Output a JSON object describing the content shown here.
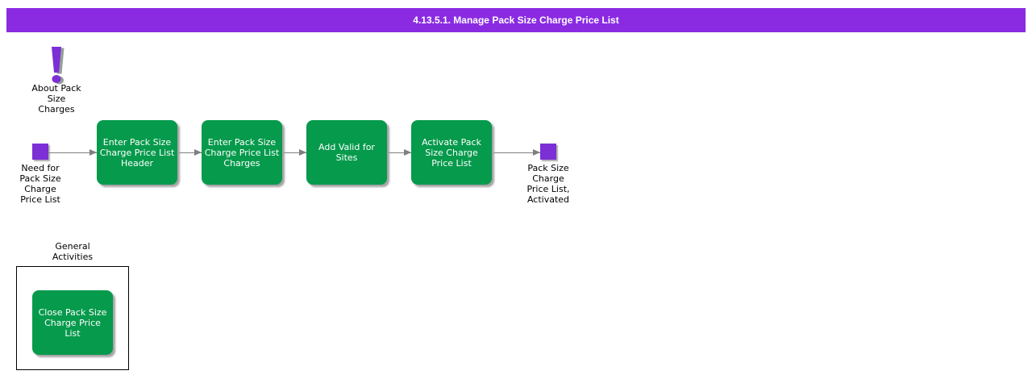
{
  "header": {
    "title": "4.13.5.1. Manage Pack Size Charge Price List"
  },
  "colors": {
    "header_purple": "#8A2BE2",
    "event_purple": "#7B2FD4",
    "activity_green": "#069A4C",
    "arrow_gray": "#7F7F7F",
    "shadow_gray": "#A3A3A3",
    "text_black": "#000000",
    "canvas_white": "#FFFFFF"
  },
  "annotation": {
    "icon": "exclamation-icon",
    "label": "About Pack\nSize\nCharges"
  },
  "flow": {
    "start_event": {
      "label": "Need for\nPack Size\nCharge\nPrice List"
    },
    "steps": [
      {
        "label": "Enter Pack Size\nCharge Price List\nHeader"
      },
      {
        "label": "Enter Pack Size\nCharge Price List\nCharges"
      },
      {
        "label": "Add Valid for\nSites"
      },
      {
        "label": "Activate Pack\nSize Charge\nPrice List"
      }
    ],
    "end_event": {
      "label": "Pack Size\nCharge\nPrice List,\nActivated"
    }
  },
  "general_activities": {
    "title": "General\nActivities",
    "steps": [
      {
        "label": "Close Pack Size\nCharge Price\nList"
      }
    ]
  }
}
